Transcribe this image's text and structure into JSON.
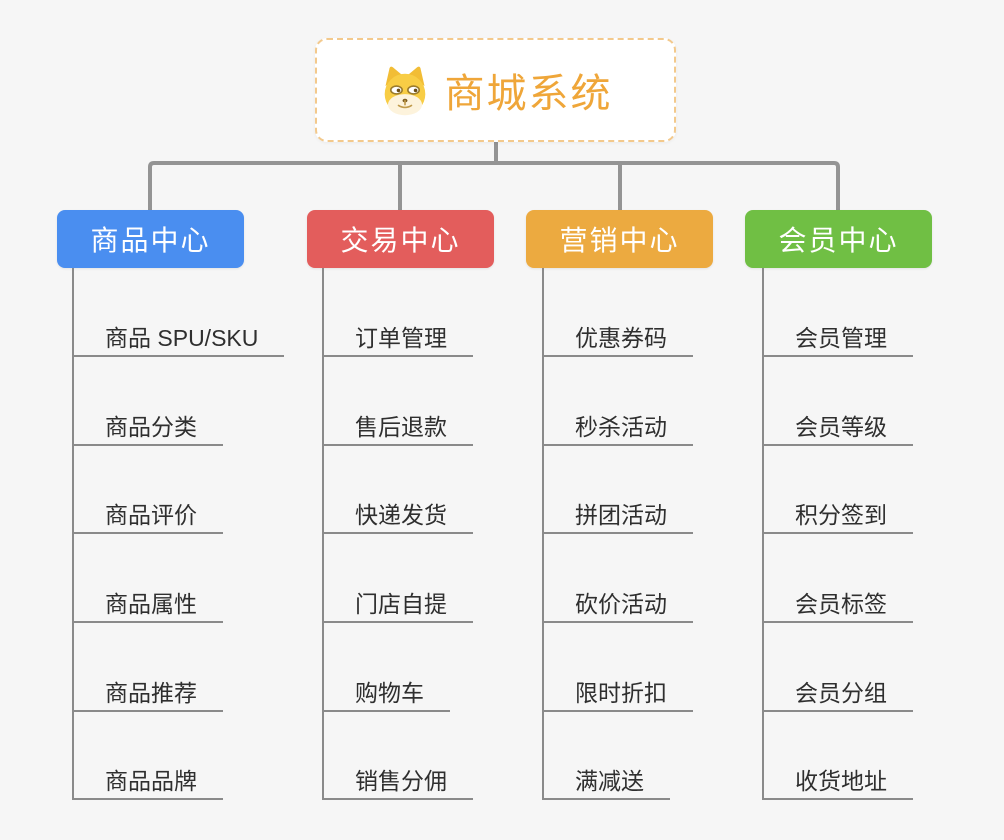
{
  "root": {
    "title": "商城系统",
    "icon": "doge-icon"
  },
  "branches": [
    {
      "label": "商品中心",
      "color": "#4a8ef0",
      "items": [
        "商品 SPU/SKU",
        "商品分类",
        "商品评价",
        "商品属性",
        "商品推荐",
        "商品品牌"
      ]
    },
    {
      "label": "交易中心",
      "color": "#e35d5c",
      "items": [
        "订单管理",
        "售后退款",
        "快递发货",
        "门店自提",
        "购物车",
        "销售分佣"
      ]
    },
    {
      "label": "营销中心",
      "color": "#ecaa40",
      "items": [
        "优惠券码",
        "秒杀活动",
        "拼团活动",
        "砍价活动",
        "限时折扣",
        "满减送"
      ]
    },
    {
      "label": "会员中心",
      "color": "#70bf44",
      "items": [
        "会员管理",
        "会员等级",
        "积分签到",
        "会员标签",
        "会员分组",
        "收货地址"
      ]
    }
  ],
  "colors": {
    "background": "#f6f6f6",
    "connector_line": "#949494",
    "underline": "#8a8a8a",
    "root_text": "#efa639",
    "root_border": "#f3c98c",
    "item_text": "#2f2f2f"
  }
}
